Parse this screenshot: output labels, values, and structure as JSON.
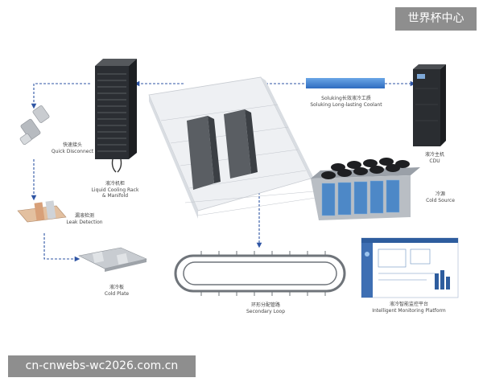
{
  "watermark_top": "世界杯中心",
  "watermark_bottom": "cn-cnwebs-wc2026.com.cn",
  "labels": {
    "quick_disconnect": {
      "zh": "快速接头",
      "en": "Quick Disconnect"
    },
    "rack": {
      "zh": "液冷机柜",
      "en1": "Liquid Cooling Rack",
      "en2": "& Manifold"
    },
    "leak": {
      "zh": "漏液检测",
      "en": "Leak Detection"
    },
    "plate": {
      "zh": "液冷板",
      "en": "Cold Plate"
    },
    "coolant": {
      "zh": "Soluking长效液冷工质",
      "en": "Soluking Long-lasting Coolant"
    },
    "cdu": {
      "zh": "液冷主机",
      "en": "CDU"
    },
    "cold_source": {
      "zh": "冷源",
      "en": "Cold Source"
    },
    "loop": {
      "zh": "环形分配管路",
      "en": "Secondary Loop"
    },
    "platform": {
      "zh": "液冷智能监控平台",
      "en": "Intelligent Monitoring Platform"
    }
  },
  "colors": {
    "arrow": "#2f55a4",
    "coolant_bar": "#3d7fd0",
    "rack_dark": "#2b2e33",
    "fan_blue": "#4d88c7"
  }
}
